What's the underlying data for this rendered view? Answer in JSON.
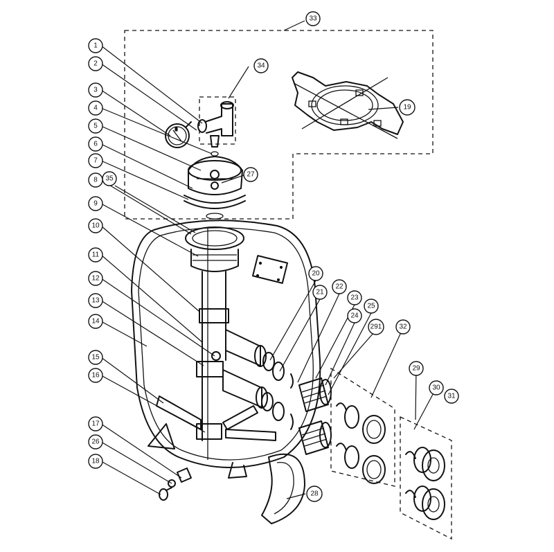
{
  "diagram": {
    "callouts": [
      "1",
      "2",
      "3",
      "4",
      "5",
      "6",
      "7",
      "8",
      "9",
      "10",
      "11",
      "12",
      "13",
      "14",
      "15",
      "16",
      "17",
      "18",
      "19",
      "20",
      "21",
      "22",
      "23",
      "24",
      "25",
      "26",
      "27",
      "28",
      "29",
      "291",
      "30",
      "31",
      "32",
      "33",
      "34",
      "35"
    ]
  }
}
